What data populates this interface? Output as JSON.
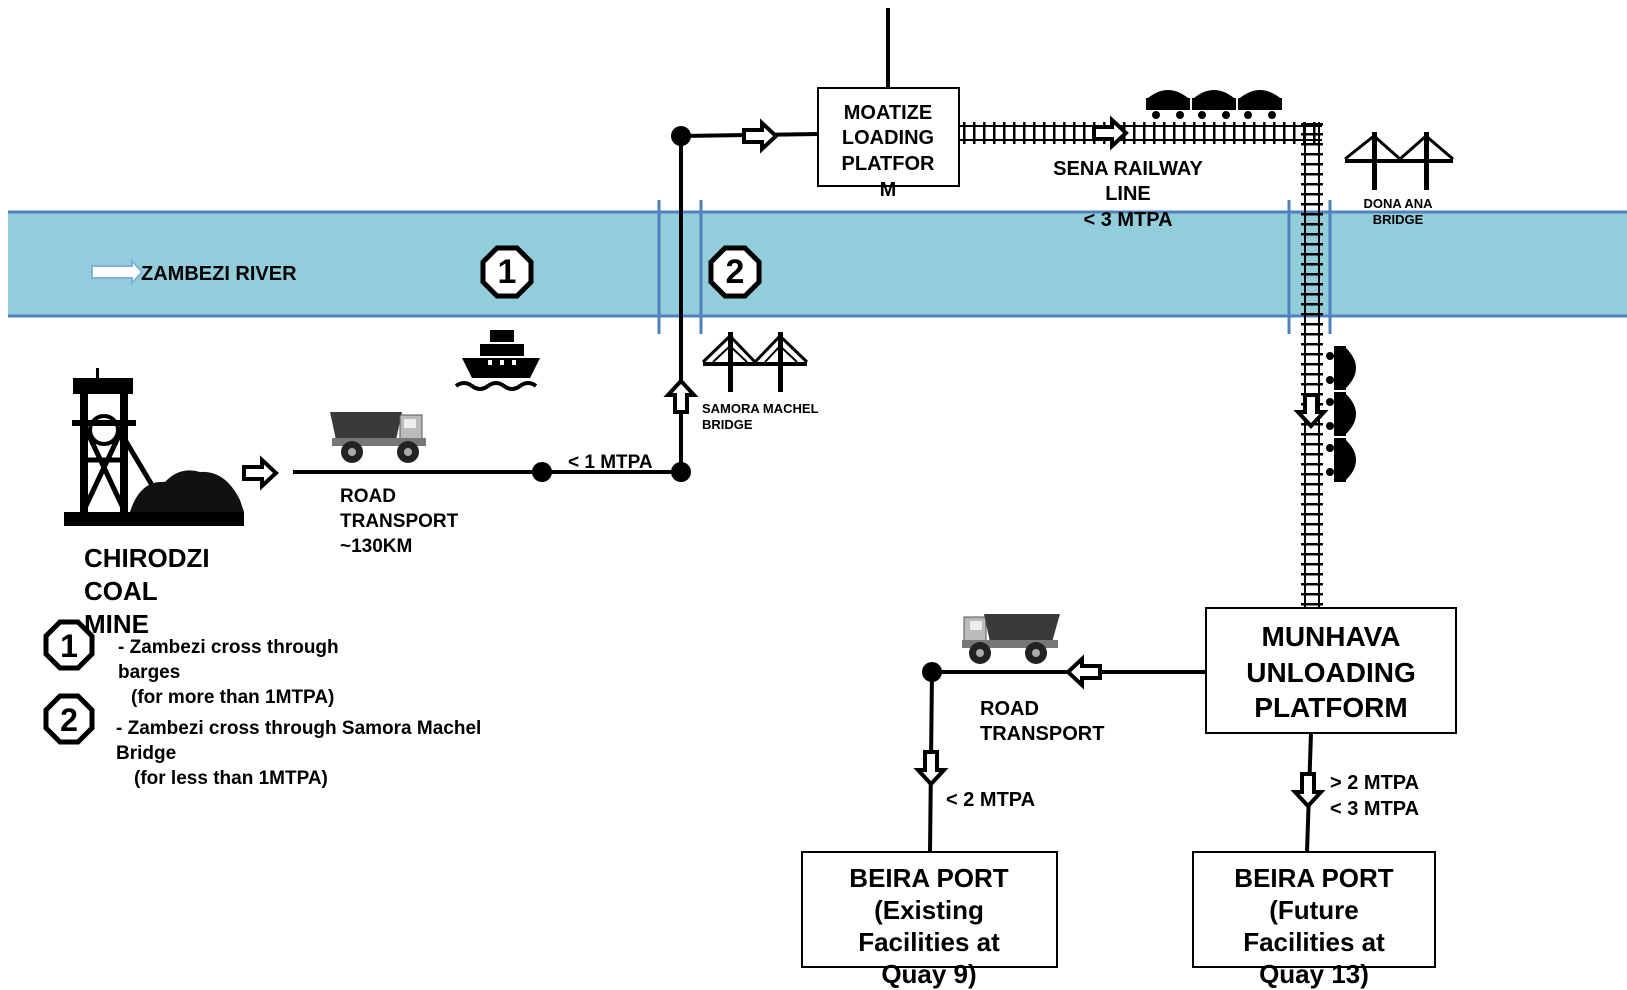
{
  "river": {
    "label": "ZAMBEZI RIVER",
    "color": "#92cddc",
    "edge_color": "#4f81bd"
  },
  "mine": {
    "lines": [
      "CHIRODZI",
      "COAL",
      "MINE"
    ]
  },
  "road_transport_1": {
    "lines": [
      "ROAD",
      "TRANSPORT",
      "~130KM"
    ]
  },
  "flow_lt1": "< 1 MTPA",
  "samora_bridge": {
    "lines": [
      "SAMORA MACHEL",
      "BRIDGE"
    ]
  },
  "dona_ana_bridge": {
    "lines": [
      "DONA ANA",
      "BRIDGE"
    ]
  },
  "moatize": {
    "lines": [
      "MOATIZE",
      "LOADING",
      "PLATFOR",
      "M"
    ]
  },
  "sena": {
    "lines": [
      "SENA RAILWAY",
      "LINE",
      "< 3 MTPA"
    ]
  },
  "munhava": {
    "lines": [
      "MUNHAVA",
      "UNLOADING",
      "PLATFORM"
    ]
  },
  "road_transport_2": {
    "lines": [
      "ROAD",
      "TRANSPORT"
    ]
  },
  "flow_lt2": "< 2 MTPA",
  "flow_2to3": {
    "lines": [
      "> 2 MTPA",
      "< 3 MTPA"
    ]
  },
  "beira_existing": {
    "lines": [
      "BEIRA PORT",
      "(Existing",
      "Facilities at",
      "Quay 9)"
    ]
  },
  "beira_future": {
    "lines": [
      "BEIRA PORT",
      "(Future",
      "Facilities at",
      "Quay 13)"
    ]
  },
  "markers": [
    "1",
    "2"
  ],
  "legend": [
    {
      "marker": "1",
      "lines": [
        "- Zambezi cross through",
        "barges",
        "(for more than 1MTPA)"
      ]
    },
    {
      "marker": "2",
      "lines": [
        "- Zambezi cross through Samora Machel",
        "Bridge",
        "(for less than 1MTPA)"
      ]
    }
  ],
  "icons": [
    "mine-headframe-icon",
    "dump-truck-icon",
    "boat-icon",
    "bridge-icon",
    "coal-wagon-icon",
    "railway-track-icon",
    "arrow-icon"
  ]
}
